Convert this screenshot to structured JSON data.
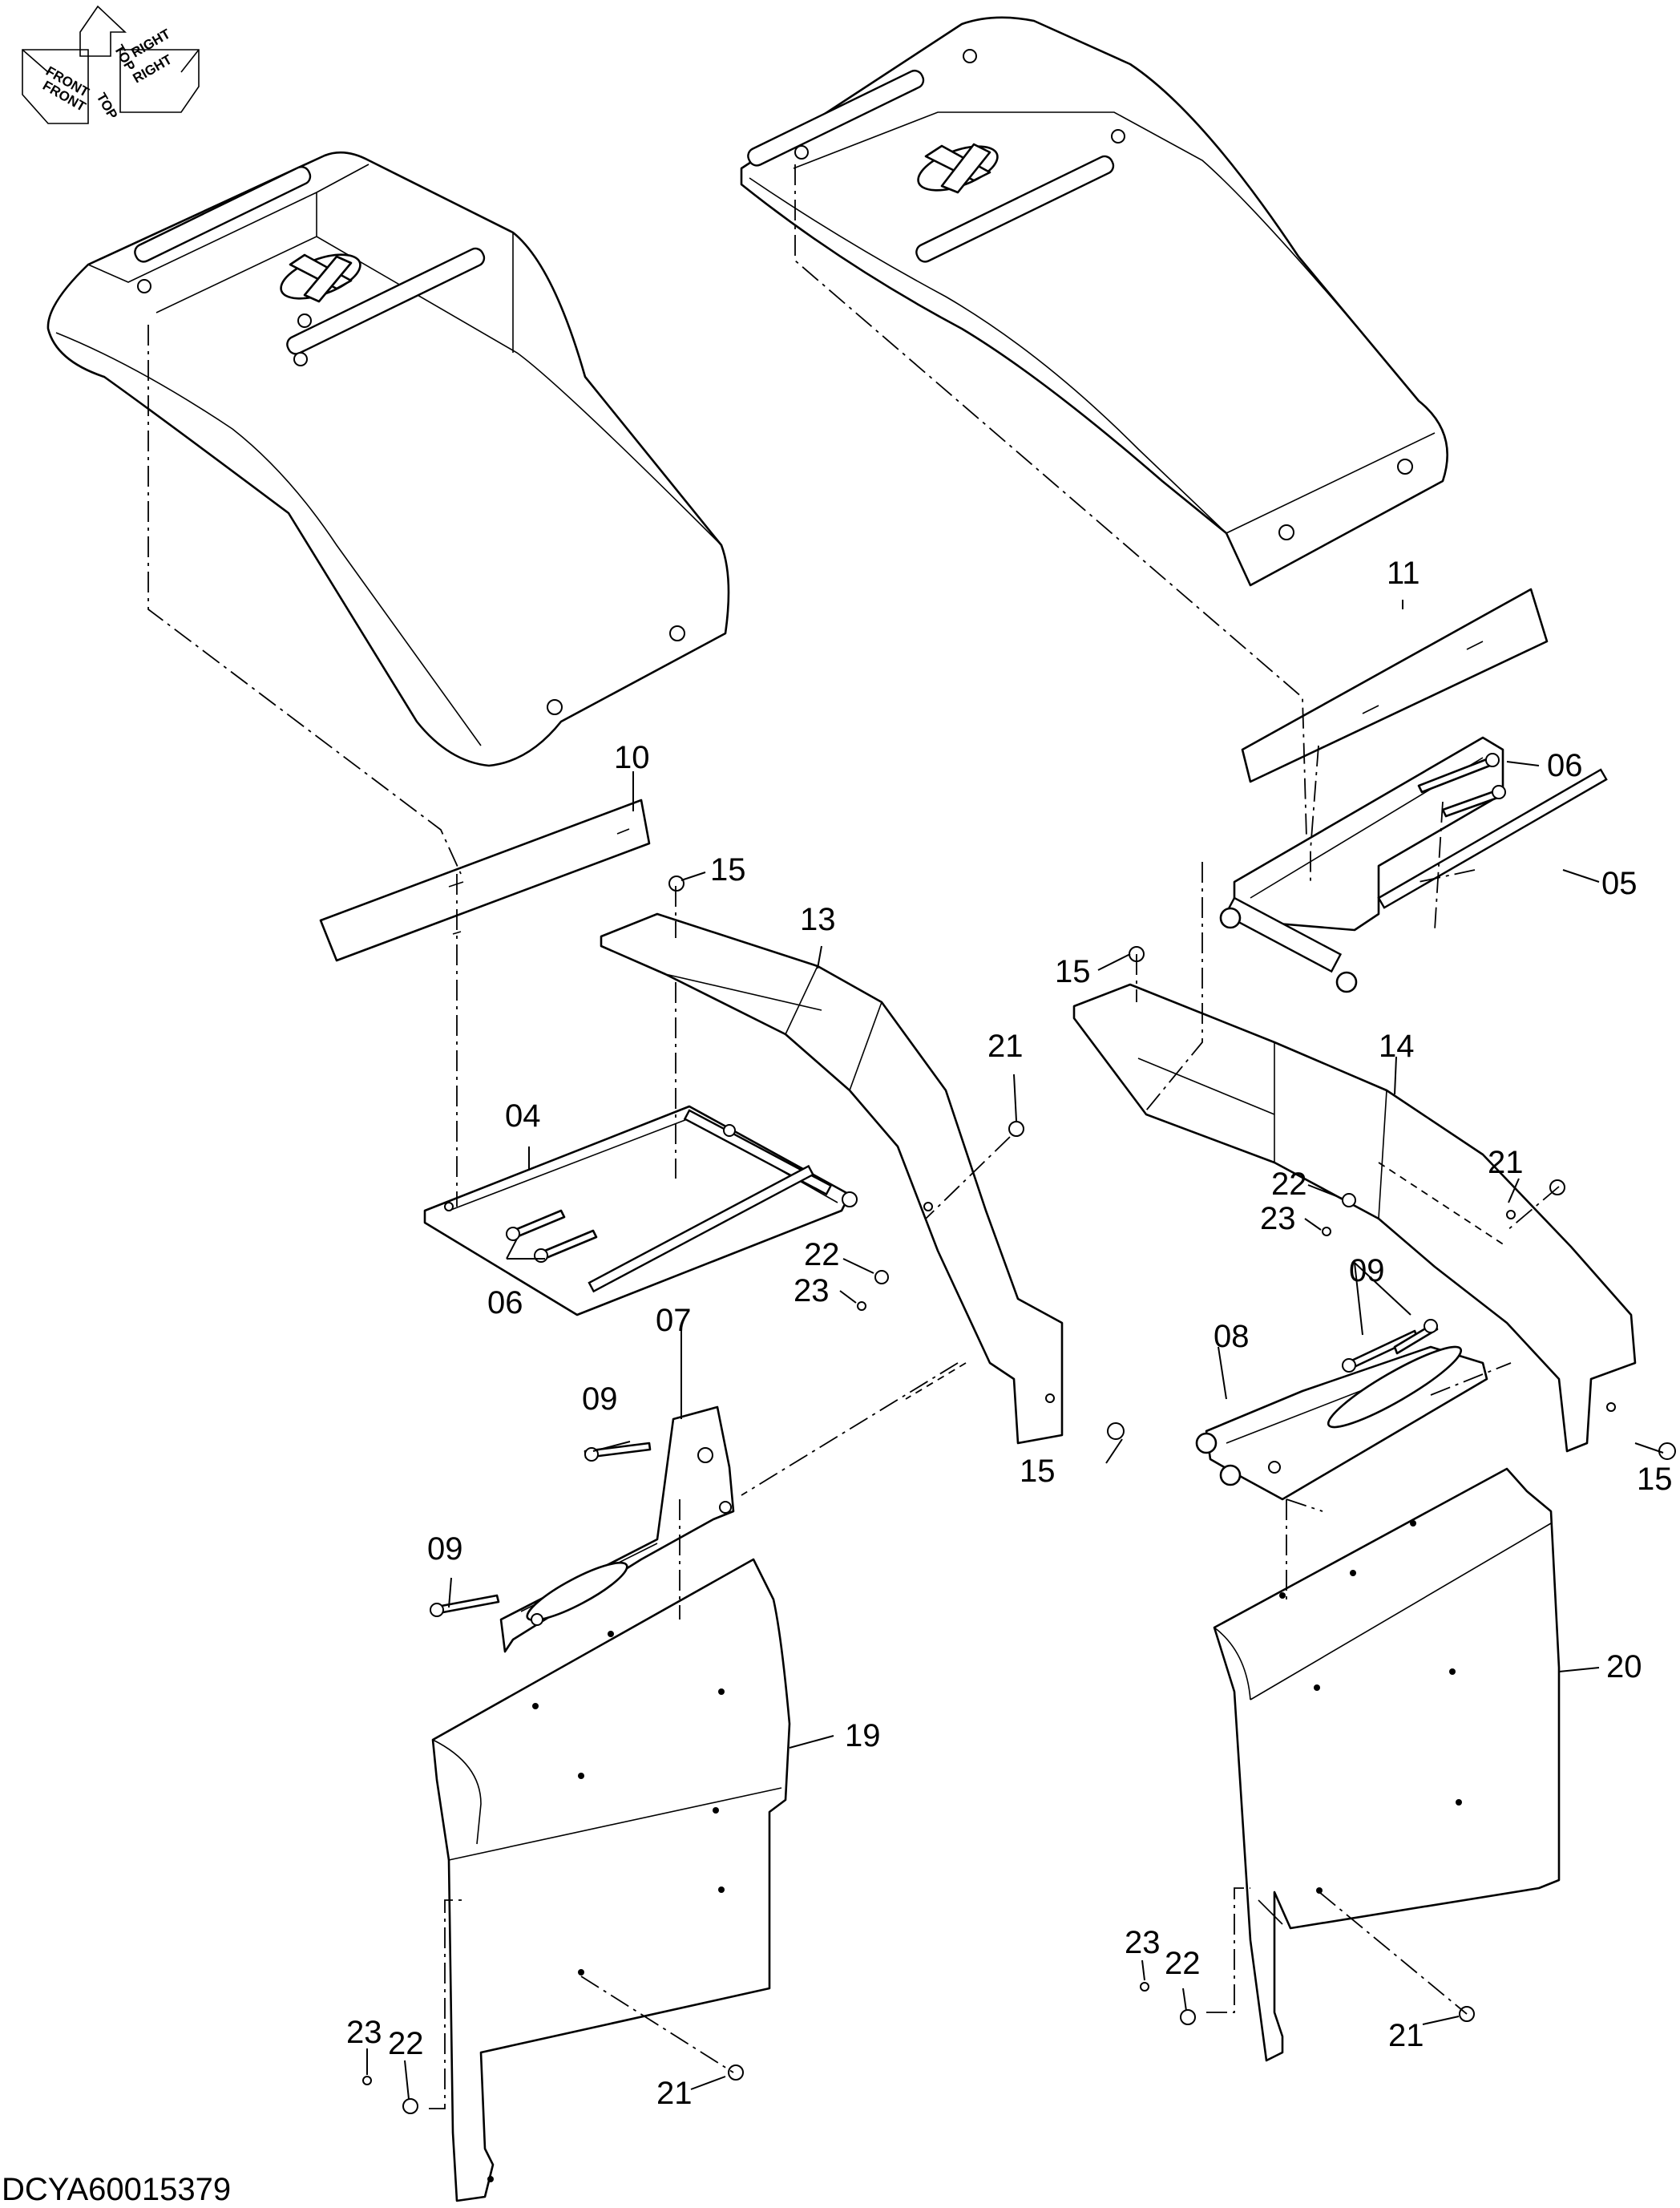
{
  "orientation_indicator": {
    "front_label": "FRONT",
    "top_label": "TOP",
    "right_label": "RIGHT",
    "front_label_mirrored": "FRONT",
    "top_label_mirrored": "TOP",
    "right_label_mirrored": "RIGHT"
  },
  "callouts": {
    "c04": "04",
    "c05": "05",
    "c06_left": "06",
    "c06_right": "06",
    "c07": "07",
    "c08": "08",
    "c09_left_upper": "09",
    "c09_left_lower": "09",
    "c09_right": "09",
    "c10": "10",
    "c11": "11",
    "c13": "13",
    "c14": "14",
    "c15_left_top": "15",
    "c15_left_bottom": "15",
    "c15_right_top": "15",
    "c15_right_bottom": "15",
    "c19": "19",
    "c20": "20",
    "c21_left_mid": "21",
    "c21_left_bottom": "21",
    "c21_right_mid": "21",
    "c21_right_bottom": "21",
    "c22_left_mid": "22",
    "c22_left_bottom": "22",
    "c22_right_mid": "22",
    "c22_right_bottom": "22",
    "c23_left_mid": "23",
    "c23_left_bottom": "23",
    "c23_right_mid": "23",
    "c23_right_bottom": "23"
  },
  "drawing_code": "DCYA60015379",
  "colors": {
    "line": "#000000",
    "background": "#ffffff"
  }
}
